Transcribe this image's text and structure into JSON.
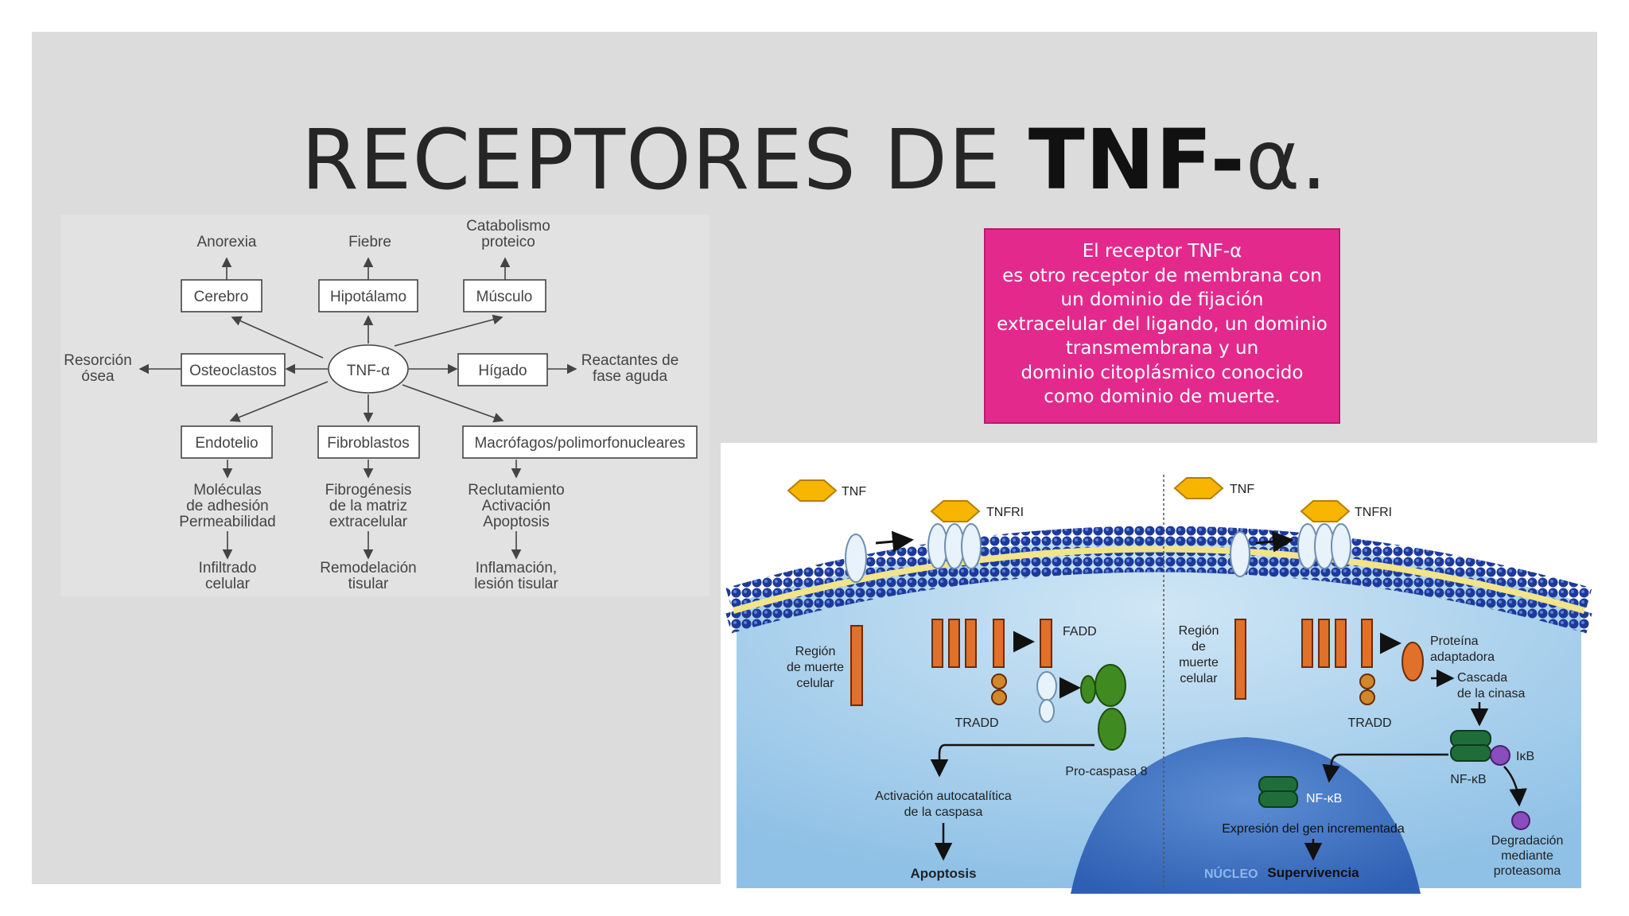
{
  "title": {
    "main": "RECEPTORES DE ",
    "bold": "TNF-",
    "suffix": "α."
  },
  "flowchart": {
    "center": "TNF-α",
    "top_outcomes": [
      {
        "lines": [
          "Anorexia"
        ]
      },
      {
        "lines": [
          "Fiebre"
        ]
      },
      {
        "lines": [
          "Catabolismo",
          "proteico"
        ]
      }
    ],
    "top_boxes": [
      "Cerebro",
      "Hipotálamo",
      "Músculo"
    ],
    "left_box": "Osteoclastos",
    "left_outcome": [
      "Resorción",
      "ósea"
    ],
    "right_box": "Hígado",
    "right_outcome": [
      "Reactantes de",
      "fase aguda"
    ],
    "bottom_boxes": [
      "Endotelio",
      "Fibroblastos",
      "Macrófagos/polimorfonucleares"
    ],
    "bottom_effects": [
      {
        "lines": [
          "Moléculas",
          "de adhesión",
          "Permeabilidad"
        ]
      },
      {
        "lines": [
          "Fibrogénesis",
          "de la matriz",
          "extracelular"
        ]
      },
      {
        "lines": [
          "Reclutamiento",
          "Activación",
          "Apoptosis"
        ]
      }
    ],
    "bottom_results": [
      {
        "lines": [
          "Infiltrado",
          "celular"
        ]
      },
      {
        "lines": [
          "Remodelación",
          "tisular"
        ]
      },
      {
        "lines": [
          "Inflamación,",
          "lesión tisular"
        ]
      }
    ]
  },
  "info_box": {
    "lines": [
      "El receptor TNF-α",
      "es otro receptor de membrana con",
      "un dominio de fijación",
      "extracelular del ligando, un dominio",
      "transmembrana y un",
      "dominio citoplásmico conocido",
      "como dominio de muerte."
    ],
    "color": "#e4298d"
  },
  "cell_diagram": {
    "left": {
      "tnf": "TNF",
      "tnfri": "TNFRI",
      "fadd": "FADD",
      "region": [
        "Región",
        "de muerte",
        "celular"
      ],
      "tradd": "TRADD",
      "procaspasa": "Pro-caspasa 8",
      "activacion": [
        "Activación autocatalítica",
        "de la caspasa"
      ],
      "apoptosis": "Apoptosis"
    },
    "right": {
      "tnf": "TNF",
      "tnfri": "TNFRI",
      "region": [
        "Región",
        "de",
        "muerte",
        "celular"
      ],
      "proteina": [
        "Proteína",
        "adaptadora"
      ],
      "cascada": [
        "Cascada",
        "de la cinasa"
      ],
      "tradd": "TRADD",
      "ikb": "IκB",
      "nfkb": "NF-κB",
      "nfkb2": "NF-κB",
      "expresion": "Expresión del gen incrementada",
      "nucleo": "NÚCLEO",
      "supervivencia": "Supervivencia",
      "degradacion": [
        "Degradación",
        "mediante",
        "proteasoma"
      ]
    }
  }
}
